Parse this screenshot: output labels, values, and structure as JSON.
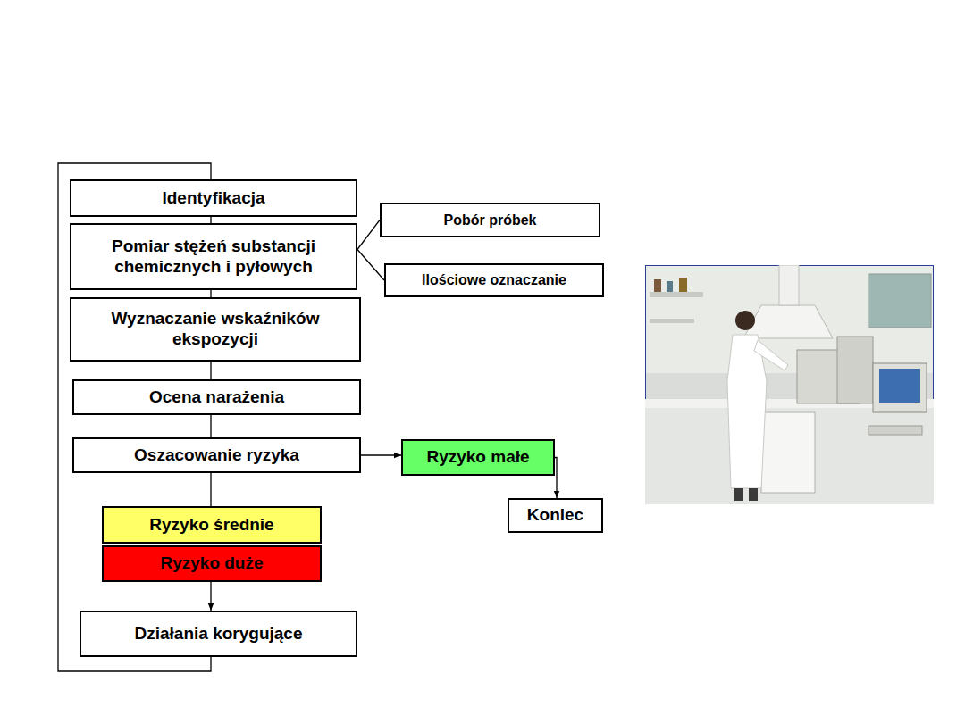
{
  "diagram": {
    "nodes": [
      {
        "text": [
          "Identyfikacja"
        ]
      },
      {
        "text": [
          "Pomiar stężeń substancji chemicznych i pyłowych"
        ]
      },
      {
        "text": [
          "Pobór próbek"
        ]
      },
      {
        "text": [
          "Ilościowe oznaczanie"
        ]
      },
      {
        "text": [
          "Wyznaczanie wskaźników ekspozycji"
        ]
      },
      {
        "text": [
          "Ocena narażenia"
        ]
      },
      {
        "text": [
          "Oszacowanie ryzyka"
        ]
      },
      {
        "text": [
          "Ryzyko małe"
        ]
      },
      {
        "text": [
          "Koniec"
        ]
      },
      {
        "text": [
          "Ryzyko średnie"
        ]
      },
      {
        "text": [
          "Ryzyko duże"
        ]
      },
      {
        "text": [
          "Działania korygujące"
        ]
      }
    ],
    "edges": [
      {
        "from": 0,
        "to": 1,
        "arrow": "none"
      },
      {
        "from": 1,
        "to": 2,
        "arrow": "none"
      },
      {
        "from": 1,
        "to": 3,
        "arrow": "none"
      },
      {
        "from": 1,
        "to": 4,
        "arrow": "none"
      },
      {
        "from": 4,
        "to": 5,
        "arrow": "none"
      },
      {
        "from": 5,
        "to": 6,
        "arrow": "none"
      },
      {
        "from": 6,
        "to": 7,
        "arrow": "to"
      },
      {
        "from": 7,
        "to": 8,
        "arrow": "to"
      },
      {
        "from": 6,
        "to": 9,
        "arrow": "none"
      },
      {
        "from": 10,
        "to": 11,
        "arrow": "to"
      },
      {
        "from": 11,
        "to": 0,
        "arrow": "none"
      }
    ]
  }
}
